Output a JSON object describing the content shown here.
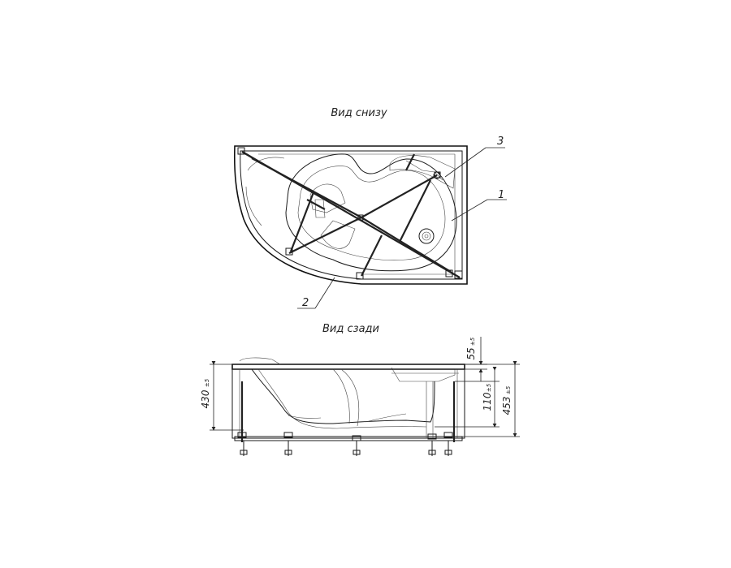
{
  "views": {
    "bottom": {
      "title": "Вид снизу"
    },
    "rear": {
      "title": "Вид сзади"
    }
  },
  "callouts": [
    "1",
    "2",
    "3"
  ],
  "dimensions": {
    "d430": {
      "value": "430",
      "tol": "±5"
    },
    "d55": {
      "value": "55",
      "tol": "±5"
    },
    "d110": {
      "value": "110",
      "tol": "±5"
    },
    "d453": {
      "value": "453",
      "tol": "±5"
    }
  }
}
